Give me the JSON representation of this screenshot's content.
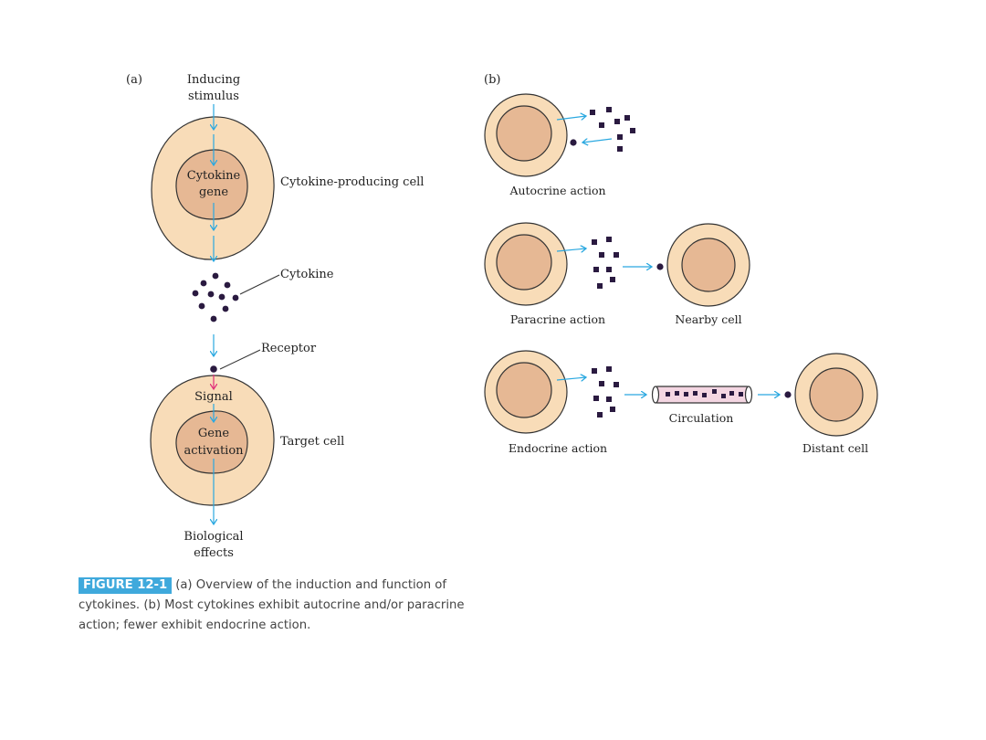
{
  "panel_a": {
    "panel_label": "(a)",
    "stimulus_line1": "Inducing",
    "stimulus_line2": "stimulus",
    "gene_line1": "Cytokine",
    "gene_line2": "gene",
    "producing_cell_label": "Cytokine-producing cell",
    "cytokine_label": "Cytokine",
    "receptor_label": "Receptor",
    "signal_label": "Signal",
    "activation_line1": "Gene",
    "activation_line2": "activation",
    "target_cell_label": "Target cell",
    "effects_line1": "Biological",
    "effects_line2": "effects"
  },
  "panel_b": {
    "panel_label": "(b)",
    "autocrine_label": "Autocrine action",
    "paracrine_label": "Paracrine action",
    "nearby_cell_label": "Nearby cell",
    "endocrine_label": "Endocrine action",
    "circulation_label": "Circulation",
    "distant_cell_label": "Distant cell"
  },
  "caption": {
    "figure_id": "FIGURE 12-1",
    "text": "(a) Overview  of the induction and function of cytokines. (b) Most cytokines exhibit autocrine and/or paracrine action; fewer exhibit endocrine action."
  },
  "colors": {
    "cell_outer": "#f8dcb8",
    "cell_inner": "#e6b894",
    "cell_stroke": "#333333",
    "arrow_blue": "#2aa8e0",
    "arrow_pink": "#e0307a",
    "cytokine_dot": "#2a1a40",
    "badge": "#3fa9dc"
  }
}
